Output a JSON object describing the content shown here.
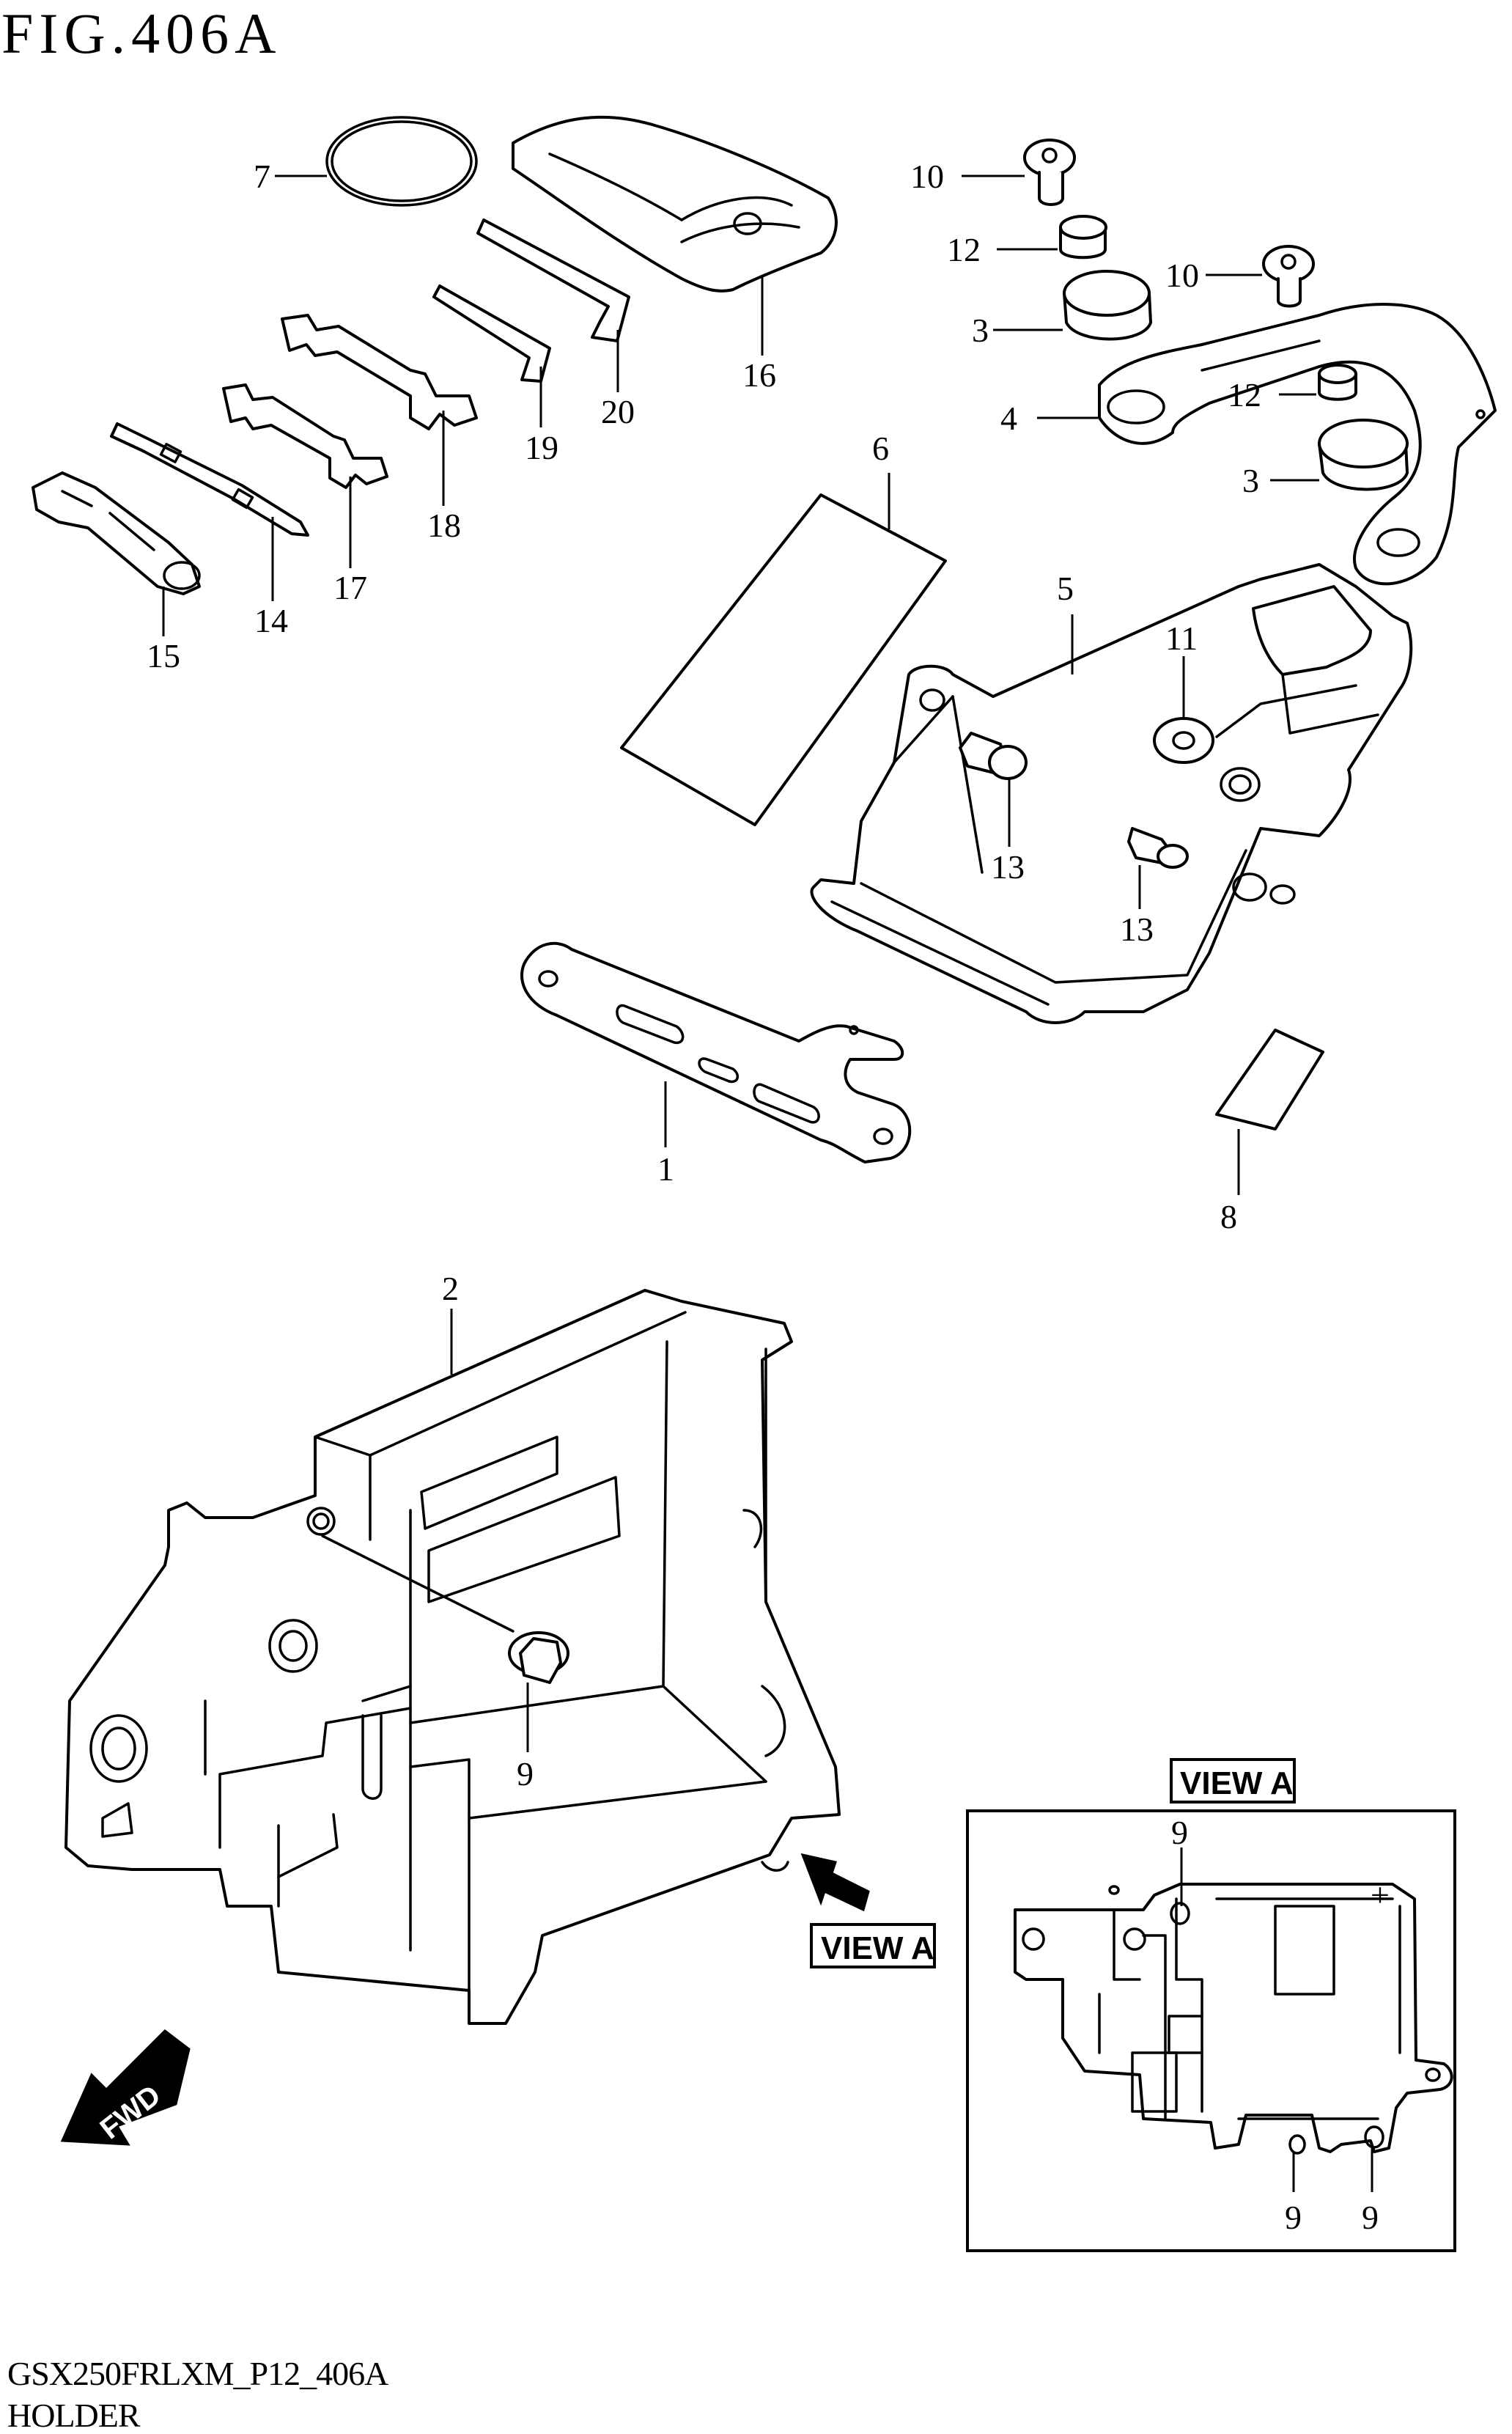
{
  "figure_title": "FIG.406A",
  "footer": {
    "code": "GSX250FRLXM_P12_406A",
    "section": "HOLDER"
  },
  "callouts": {
    "n1": "1",
    "n2": "2",
    "n3a": "3",
    "n3b": "3",
    "n4": "4",
    "n5": "5",
    "n6": "6",
    "n7": "7",
    "n8": "8",
    "n9a": "9",
    "n9b": "9",
    "n9c": "9",
    "n9d": "9",
    "n10a": "10",
    "n10b": "10",
    "n11": "11",
    "n12a": "12",
    "n12b": "12",
    "n13a": "13",
    "n13b": "13",
    "n14": "14",
    "n15": "15",
    "n16": "16",
    "n17": "17",
    "n18": "18",
    "n19": "19",
    "n20": "20"
  },
  "view_a": {
    "inset_label": "VIEW A",
    "arrow_label": "VIEW A",
    "minus_symbol": "−",
    "plus_symbol": "+"
  },
  "fwd_label": "FWD",
  "icons": {
    "fwd": "fwd-arrow-icon",
    "view": "view-direction-arrow-icon"
  }
}
